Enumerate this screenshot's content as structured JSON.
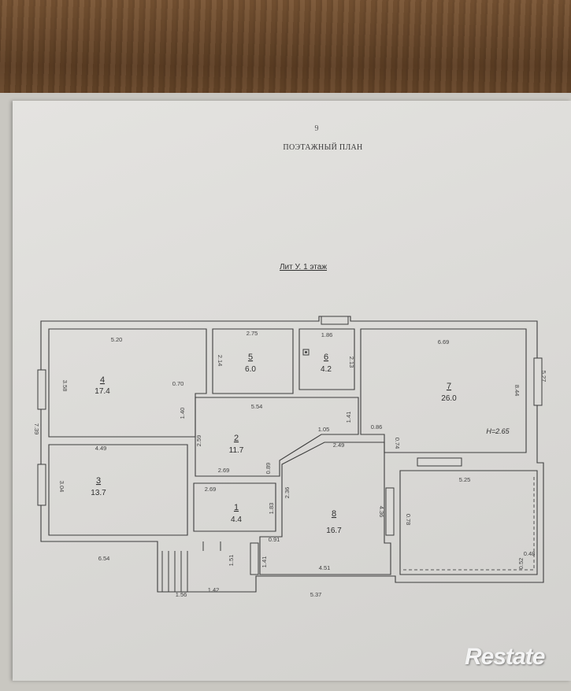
{
  "page_number": "9",
  "title": "ПОЭТАЖНЫЙ ПЛАН",
  "plan_caption": "Лит У. 1 этаж",
  "rooms": [
    {
      "number": "1",
      "area": "4.4"
    },
    {
      "number": "2",
      "area": "11.7"
    },
    {
      "number": "3",
      "area": "13.7"
    },
    {
      "number": "4",
      "area": "17.4"
    },
    {
      "number": "5",
      "area": "6.0"
    },
    {
      "number": "6",
      "area": "4.2"
    },
    {
      "number": "7",
      "area": "26.0"
    },
    {
      "number": "8",
      "area": "16.7"
    }
  ],
  "height_note": "H=2.65",
  "dimensions": [
    "5.20",
    "2.75",
    "1.86",
    "6.69",
    "5.27",
    "3.58",
    "0.70",
    "1.40",
    "2.14",
    "2.13",
    "5.54",
    "1.41",
    "0.86",
    "8.44",
    "7.39",
    "4.49",
    "2.59",
    "1.05",
    "0.74",
    "2.49",
    "3.04",
    "2.69",
    "0.89",
    "5.25",
    "2.69",
    "2.36",
    "1.83",
    "4.36",
    "0.78",
    "0.91",
    "1.41",
    "4.51",
    "0.48",
    "0.52",
    "6.54",
    "1.51",
    "1.56",
    "1.42",
    "5.37"
  ],
  "watermark": "Restate",
  "colors": {
    "line": "#3d3d3d",
    "paper": "#dcdbd8"
  }
}
